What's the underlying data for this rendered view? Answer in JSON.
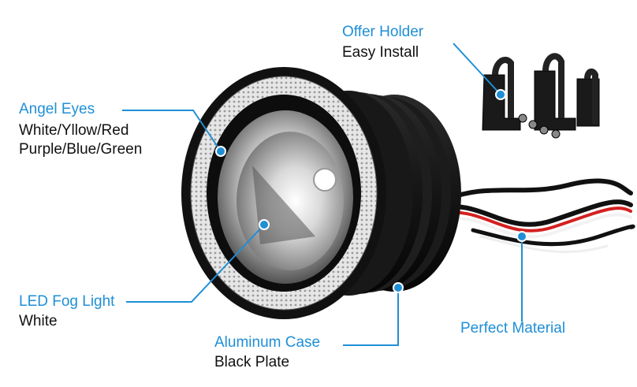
{
  "callouts": {
    "angel_eyes": {
      "title": "Angel Eyes",
      "line1": "White/Yllow/Red",
      "line2": "Purple/Blue/Green"
    },
    "offer_holder": {
      "title": "Offer Holder",
      "line1": "Easy Install"
    },
    "led_fog_light": {
      "title": "LED Fog Light",
      "line1": "White"
    },
    "aluminum_case": {
      "title": "Aluminum Case",
      "line1": "Black Plate"
    },
    "perfect_material": {
      "title": "Perfect Material"
    }
  },
  "colors": {
    "accent": "#1f8fd6",
    "text": "#111111",
    "housing": "#141414"
  }
}
